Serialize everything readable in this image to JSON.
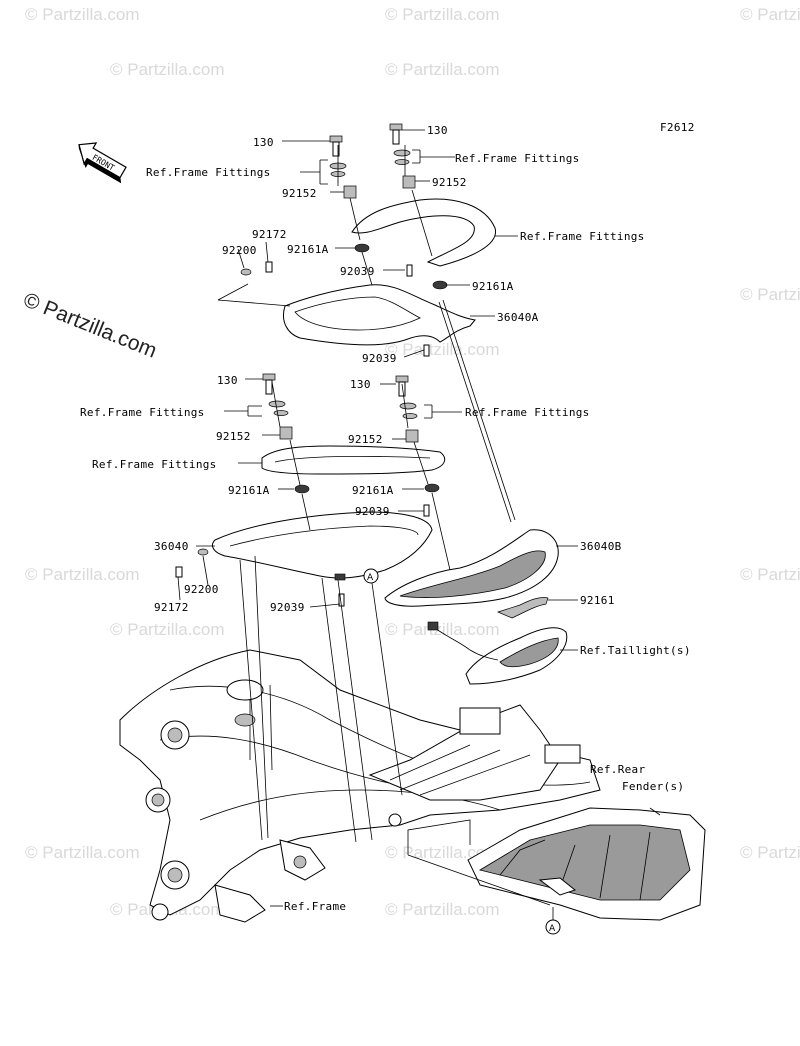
{
  "watermark": {
    "text": "© Partzilla.com",
    "big_text": "© Partzilla.com",
    "color": "#d9d9d9"
  },
  "figure_code": "F2612",
  "front_arrow": "FRONT",
  "callouts": {
    "ref_a": "A"
  },
  "labels": {
    "p130_tl": "130",
    "p130_tr": "130",
    "ref_ff_1": "Ref.Frame Fittings",
    "ref_ff_2": "Ref.Frame Fittings",
    "p92152_tl": "92152",
    "p92152_tr": "92152",
    "ref_ff_3": "Ref.Frame Fittings",
    "p92172_t": "92172",
    "p92200_t": "92200",
    "p92161a_tl": "92161A",
    "p92039_t": "92039",
    "p92161a_tr": "92161A",
    "p36040a": "36040A",
    "p92039_m": "92039",
    "p130_ml": "130",
    "p130_mr": "130",
    "ref_ff_4": "Ref.Frame Fittings",
    "ref_ff_5": "Ref.Frame Fittings",
    "p92152_ml": "92152",
    "p92152_mr": "92152",
    "ref_ff_6": "Ref.Frame Fittings",
    "p92161a_ml": "92161A",
    "p92161a_mr": "92161A",
    "p92039_b": "92039",
    "p36040": "36040",
    "p36040b": "36040B",
    "p92200_b": "92200",
    "p92172_b": "92172",
    "p92039_bb": "92039",
    "p92161": "92161",
    "ref_taillight": "Ref.Taillight(s)",
    "ref_rear_fender_1": "Ref.Rear",
    "ref_rear_fender_2": "Fender(s)",
    "ref_frame": "Ref.Frame"
  }
}
